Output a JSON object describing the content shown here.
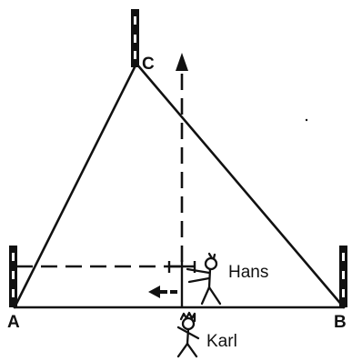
{
  "vertices": {
    "a": "A",
    "b": "B",
    "c": "C"
  },
  "people": {
    "hans": "Hans",
    "karl": "Karl"
  },
  "colors": {
    "ink": "#111111",
    "paper": "#ffffff"
  }
}
